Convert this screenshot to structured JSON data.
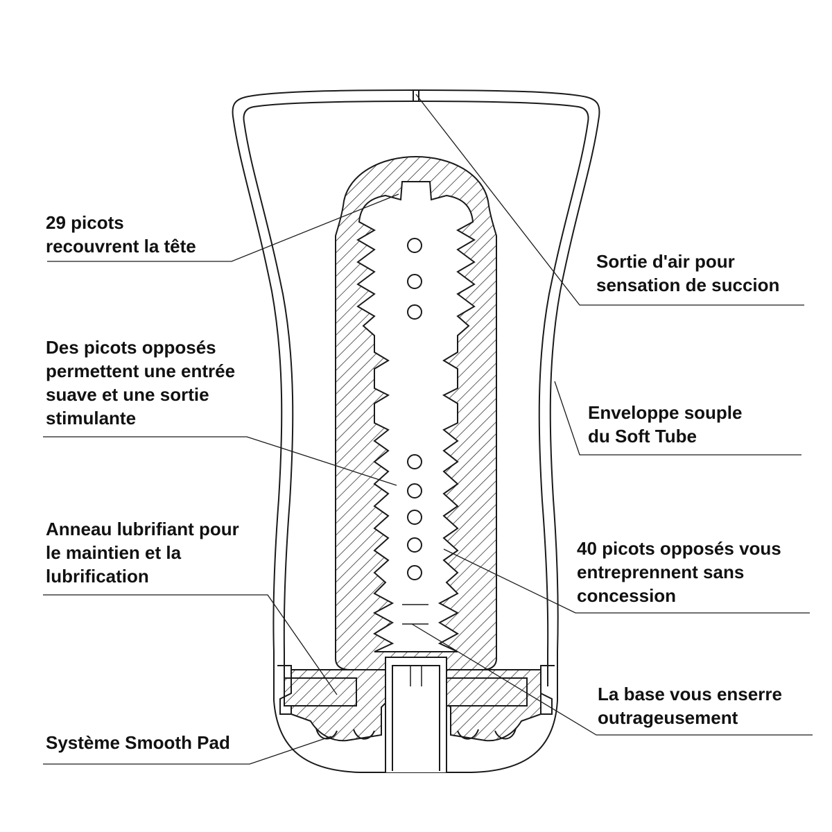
{
  "colors": {
    "line": "#1a1a1a",
    "background": "#ffffff"
  },
  "labels": {
    "head_nubs": [
      "29 picots",
      "recouvrent la tête"
    ],
    "opposed_nubs": [
      "Des picots opposés",
      "permettent une entrée",
      "suave et une sortie",
      "stimulante"
    ],
    "lube_ring": [
      "Anneau lubrifiant pour",
      "le maintien et la",
      "lubrification"
    ],
    "smooth_pad": [
      "Système Smooth Pad"
    ],
    "air_outlet": [
      "Sortie d'air pour",
      "sensation de succion"
    ],
    "soft_shell": [
      "Enveloppe souple",
      "du Soft Tube"
    ],
    "forty_nubs": [
      "40 picots opposés vous",
      "entreprennent sans",
      "concession"
    ],
    "base_grip": [
      "La base vous enserre",
      "outrageusement"
    ]
  }
}
